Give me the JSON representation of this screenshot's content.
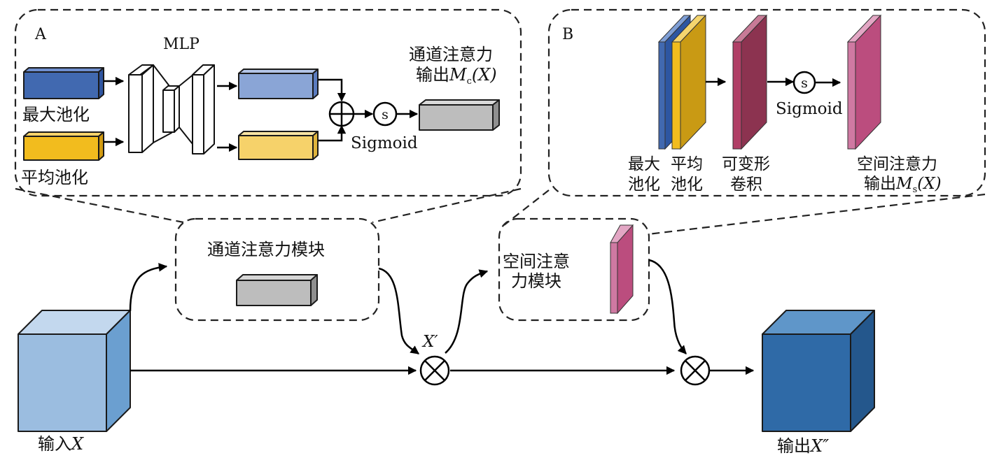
{
  "panel_a": {
    "tag": "A",
    "mlp_label": "MLP",
    "max_pool_label": "最大池化",
    "avg_pool_label": "平均池化",
    "sigmoid_symbol": "s",
    "sigmoid_label": "Sigmoid",
    "output_line1": "通道注意力",
    "output_line2_prefix": "输出",
    "output_math_m": "M",
    "output_math_sub": "c",
    "output_math_arg": "(X)"
  },
  "panel_b": {
    "tag": "B",
    "max_pool_line1": "最大",
    "max_pool_line2": "池化",
    "avg_pool_line1": "平均",
    "avg_pool_line2": "池化",
    "deform_line1": "可变形",
    "deform_line2": "卷积",
    "sigmoid_symbol": "s",
    "sigmoid_label": "Sigmoid",
    "output_line1": "空间注意力",
    "output_line2_prefix": "输出",
    "output_math_m": "M",
    "output_math_sub": "s",
    "output_math_arg": "(X)"
  },
  "main": {
    "channel_module_label": "通道注意力模块",
    "spatial_module_line1": "空间注意",
    "spatial_module_line2": "力模块",
    "input_prefix": "输入",
    "input_var": "X",
    "intermediate_var": "X′",
    "output_prefix": "输出",
    "output_var": "X″"
  },
  "colors": {
    "max_pool_blue": "#4169b0",
    "avg_pool_yellow": "#f2bc1e",
    "mlp_out_blue": "#8aa5d6",
    "mlp_out_yellow": "#f6d26a",
    "channel_gray": "#bdbdbd",
    "deform_conv": "#8c3350",
    "spatial_pink": "#bb4d7e",
    "input_cube": "#9bbde0",
    "output_cube": "#2f6aa7"
  }
}
